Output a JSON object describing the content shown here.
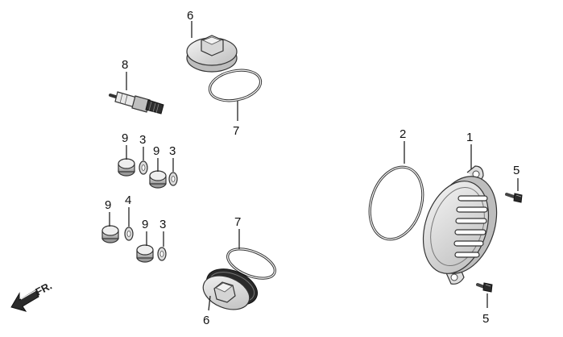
{
  "callouts": {
    "c1": "1",
    "c2": "2",
    "c3a": "3",
    "c3b": "3",
    "c3c": "3",
    "c4": "4",
    "c5a": "5",
    "c5b": "5",
    "c6a": "6",
    "c6b": "6",
    "c7a": "7",
    "c7b": "7",
    "c8": "8",
    "c9a": "9",
    "c9b": "9",
    "c9c": "9",
    "c9d": "9"
  },
  "direction": {
    "label": "FR."
  },
  "colors": {
    "part_fill": "#e6e6e6",
    "part_stroke": "#333333",
    "dark": "#2a2a2a"
  },
  "icons": {
    "direction_arrow": "front-arrow-icon"
  }
}
